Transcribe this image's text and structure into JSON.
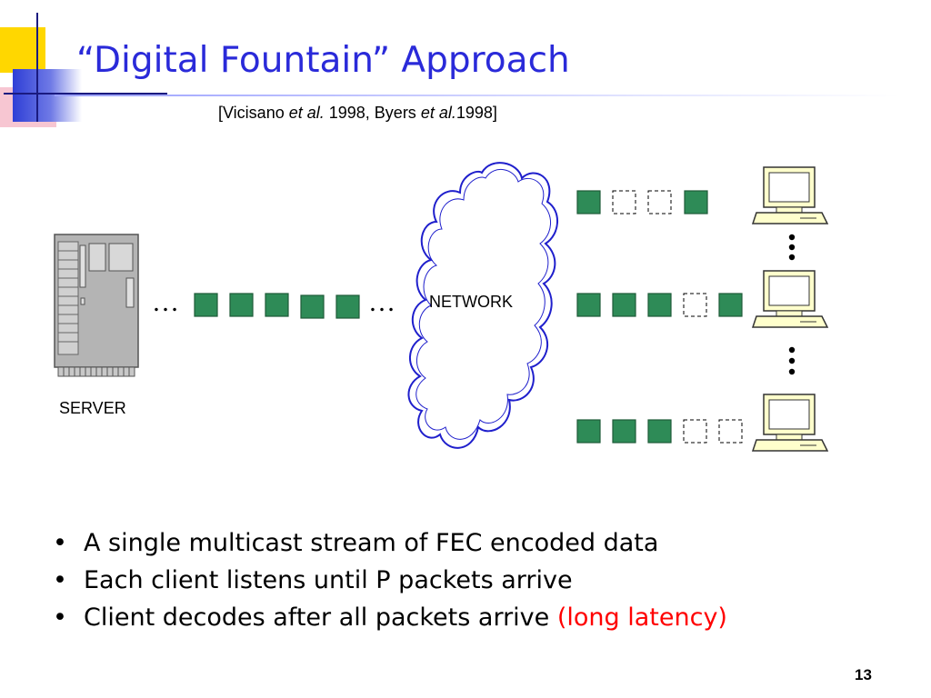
{
  "slide": {
    "title": "“Digital Fountain” Approach",
    "citation": {
      "part1": "[Vicisano ",
      "et_al_1": "et al.",
      "part2": " 1998, Byers ",
      "et_al_2": "et al.",
      "part3": "1998]"
    },
    "page_number": "13"
  },
  "diagram": {
    "server_label": "SERVER",
    "network_label": "NETWORK",
    "ellipsis": "…",
    "server_stream_packets": 5,
    "client_streams": [
      {
        "packets": [
          "received",
          "lost",
          "lost",
          "received"
        ]
      },
      {
        "packets": [
          "received",
          "received",
          "received",
          "lost",
          "received"
        ]
      },
      {
        "packets": [
          "received",
          "received",
          "received",
          "lost",
          "lost"
        ]
      }
    ],
    "client_count": 3,
    "colors": {
      "packet_fill": "#2e8b57",
      "network_outline": "#1f1fcc",
      "title": "#2a2ad9",
      "highlight": "#ff0000"
    }
  },
  "bullets": [
    {
      "text": "A single multicast stream of FEC encoded data",
      "highlight": ""
    },
    {
      "text": "Each client listens until P packets arrive",
      "highlight": ""
    },
    {
      "text": "Client decodes after all packets arrive ",
      "highlight": "(long latency)"
    }
  ],
  "bullet_marker": "•"
}
